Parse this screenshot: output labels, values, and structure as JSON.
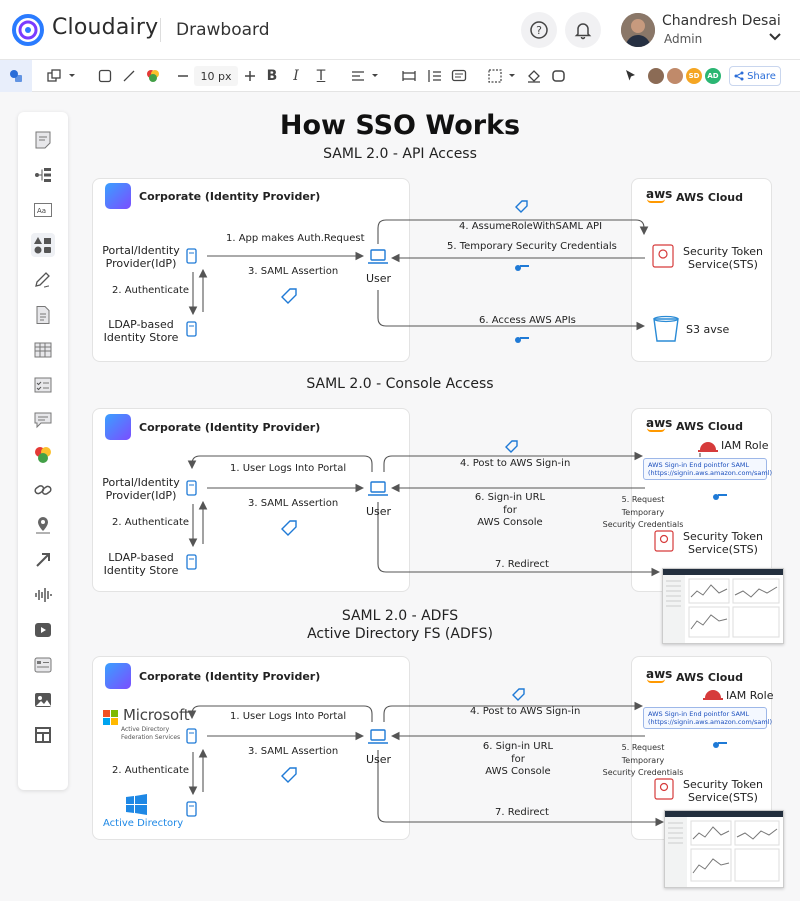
{
  "app": {
    "brand": "Cloudairy",
    "name": "Drawboard"
  },
  "user": {
    "name": "Chandresh Desai",
    "role": "Admin"
  },
  "toolbar": {
    "font_size": "10 px",
    "share_label": "Share",
    "avatars": [
      "SD",
      "AD"
    ]
  },
  "colors": {
    "accent": "#2a6dd8",
    "arrow": "#555555",
    "icon_blue": "#1f7ad6",
    "aws_orange": "#ff9900",
    "sts_red": "#d63b3b"
  },
  "diagram": {
    "title": "How SSO Works",
    "s1": {
      "heading": "SAML 2.0 - API Access",
      "corp_title": "Corporate (Identity Provider)",
      "portal": "Portal/Identity\nProvider(IdP)",
      "ldap": "LDAP-based\nIdentity Store",
      "user": "User",
      "aws_title": "AWS Cloud",
      "sts": "Security Token\nService(STS)",
      "s3": "S3 avse",
      "step1": "1. App makes Auth.Request",
      "step2": "2. Authenticate",
      "step3": "3. SAML Assertion",
      "step4": "4. AssumeRoleWithSAML API",
      "step5": "5. Temporary Security Credentials",
      "step6": "6. Access AWS APIs"
    },
    "s2": {
      "heading": "SAML 2.0 - Console Access",
      "corp_title": "Corporate (Identity Provider)",
      "portal": "Portal/Identity\nProvider(IdP)",
      "ldap": "LDAP-based\nIdentity Store",
      "user": "User",
      "aws_title": "AWS Cloud",
      "iam": "IAM Role",
      "url": "AWS Sign-in End pointfor SAML\n(https://signin.aws.amazon.com/saml)",
      "sts": "Security Token\nService(STS)",
      "step1": "1. User Logs Into Portal",
      "step2": "2. Authenticate",
      "step3": "3. SAML Assertion",
      "step4": "4. Post to AWS Sign-in",
      "step5": "5. Request Temporary\nSecurity Credentials",
      "step6": "6. Sign-in URL for\nAWS Console",
      "step7": "7. Redirect"
    },
    "s3": {
      "heading1": "SAML 2.0 - ADFS",
      "heading2": "Active Directory FS (ADFS)",
      "corp_title": "Corporate (Identity Provider)",
      "ms_brand": "Microsoft",
      "ms_sub": "Active Directory\nFederation Services",
      "ad": "Active Directory",
      "user": "User",
      "aws_title": "AWS Cloud",
      "iam": "IAM Role",
      "url": "AWS Sign-in End pointfor SAML\n(https://signin.aws.amazon.com/saml)",
      "sts": "Security Token\nService(STS)",
      "step1": "1. User Logs Into Portal",
      "step2": "2. Authenticate",
      "step3": "3. SAML Assertion",
      "step4": "4. Post to AWS Sign-in",
      "step5": "5. Request Temporary\nSecurity Credentials",
      "step6": "6. Sign-in URL for\nAWS Console",
      "step7": "7. Redirect"
    },
    "aws_word": "aws"
  }
}
